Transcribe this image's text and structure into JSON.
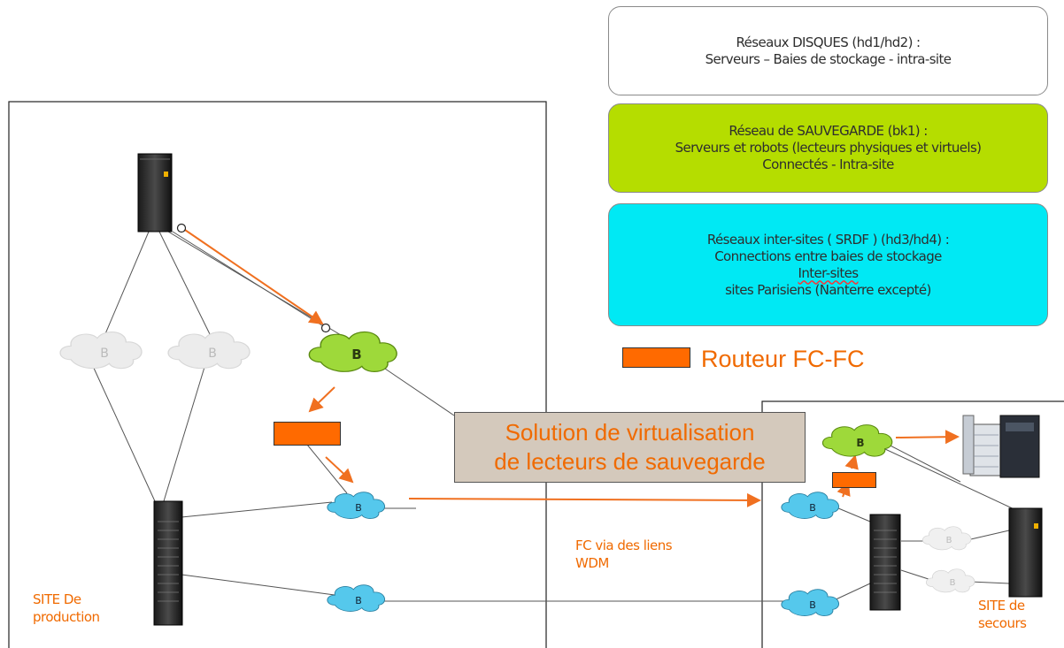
{
  "legend": {
    "disk_networks": {
      "line1": "Réseaux  DISQUES (hd1/hd2) :",
      "line2": "Serveurs – Baies de stockage - intra-site",
      "color": "#ffffff"
    },
    "backup_network": {
      "line1": "Réseau de SAUVEGARDE (bk1) :",
      "line2": "Serveurs et robots (lecteurs physiques et virtuels)",
      "line3": "Connectés  - Intra-site",
      "color": "#b5dd00"
    },
    "intersite_networks": {
      "line1": "Réseaux inter-sites ( SRDF ) (hd3/hd4) :",
      "line2": "Connections entre baies de stockage",
      "line3": "Inter-sites",
      "line4": "sites Parisiens (Nanterre excepté)",
      "color": "#00e9f4"
    },
    "router": {
      "label": "Routeur FC-FC",
      "color": "#ff6a00"
    }
  },
  "virtualisation_box": {
    "line1": "Solution de virtualisation",
    "line2": "de lecteurs de sauvegarde"
  },
  "sites": {
    "production": {
      "line1": "SITE De",
      "line2": "production"
    },
    "secours": {
      "line1": "SITE de",
      "line2": "secours"
    }
  },
  "link_label": {
    "line1": "FC via des liens",
    "line2": "WDM"
  },
  "colors": {
    "arrow": "#f07020",
    "san_blue": "#55c8ec",
    "san_green": "#9ed93a",
    "san_faded": "#e8e8e8"
  },
  "icons": {
    "switch_icon": "fc-switch-cloud",
    "server_icon": "rack-server",
    "storage_icon": "storage-array",
    "robot_icon": "tape-library"
  }
}
